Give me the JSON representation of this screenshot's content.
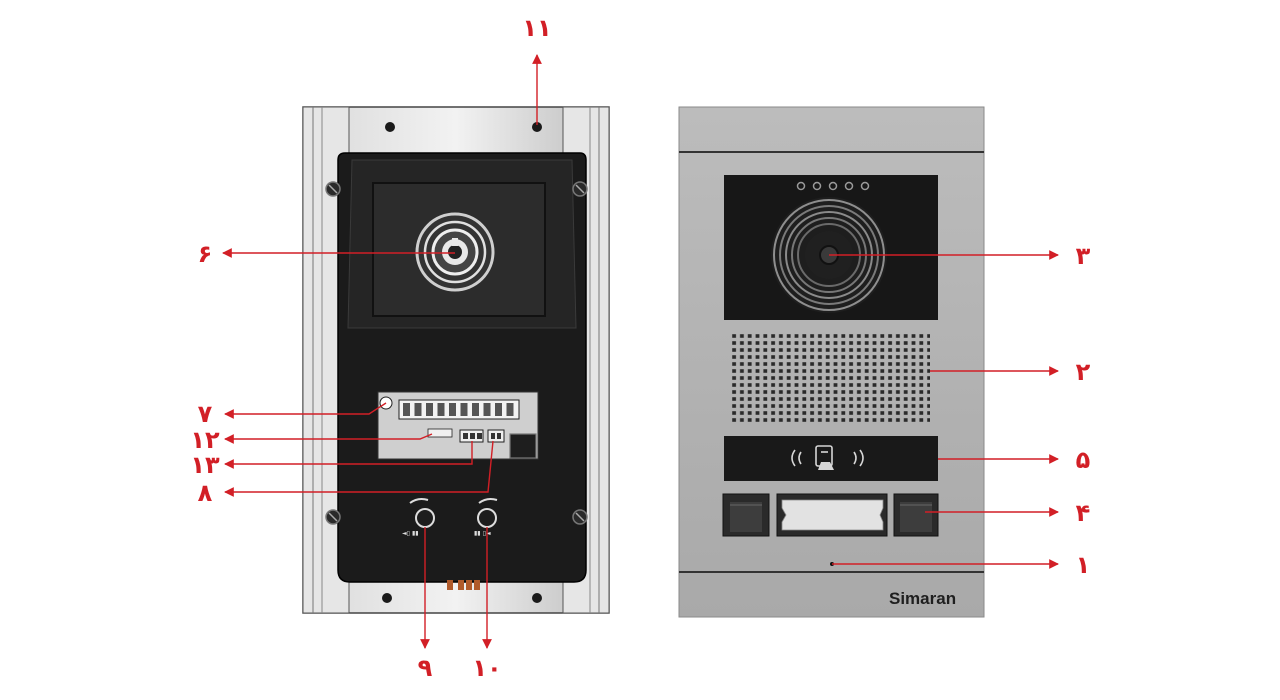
{
  "brand": "Simaran",
  "colors": {
    "callout": "#d21f26",
    "panel_face": "#b4b4b4",
    "housing": "#1b1b1b"
  },
  "icons": [
    "camera-lens-icon",
    "rfid-card-reader-icon",
    "lock-key-icon",
    "handset-icon"
  ],
  "callouts": [
    {
      "id": "1",
      "label": "۱"
    },
    {
      "id": "2",
      "label": "۲"
    },
    {
      "id": "3",
      "label": "۳"
    },
    {
      "id": "4",
      "label": "۴"
    },
    {
      "id": "5",
      "label": "۵"
    },
    {
      "id": "6",
      "label": "۶"
    },
    {
      "id": "7",
      "label": "۷"
    },
    {
      "id": "8",
      "label": "۸"
    },
    {
      "id": "9",
      "label": "۹"
    },
    {
      "id": "10",
      "label": "۱۰"
    },
    {
      "id": "11",
      "label": "۱۱"
    },
    {
      "id": "12",
      "label": "۱۲"
    },
    {
      "id": "13",
      "label": "۱۳"
    }
  ]
}
